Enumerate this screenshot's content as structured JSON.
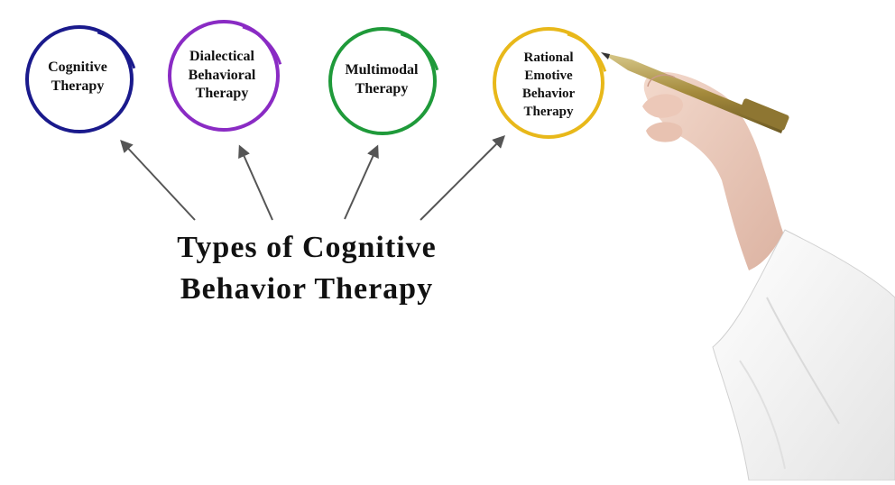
{
  "diagram": {
    "title": "Types of Cognitive\nBehavior Therapy",
    "nodes": [
      {
        "label": "Cognitive\nTherapy",
        "color": "#1a1a8c"
      },
      {
        "label": "Dialectical\nBehavioral\nTherapy",
        "color": "#8a2bc4"
      },
      {
        "label": "Multimodal\nTherapy",
        "color": "#1f9a3a"
      },
      {
        "label": "Rational\nEmotive\nBehavior\nTherapy",
        "color": "#e8b81a"
      }
    ],
    "arrow_color": "#555555"
  }
}
